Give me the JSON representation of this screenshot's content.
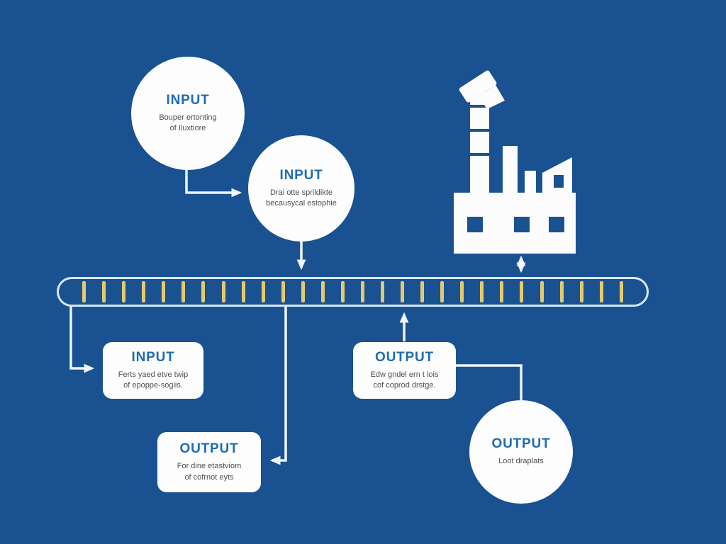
{
  "colors": {
    "background": "#1a5291",
    "node_fill": "#fdfdfd",
    "title": "#1e6cad",
    "subtitle": "#4f4f4f",
    "belt_outline": "#d9e7f6",
    "tick": "#e4ca6c",
    "connector": "#eef5fc",
    "factory": "#fcfcfc"
  },
  "nodes": {
    "circle_input_1": {
      "title": "INPUT",
      "subtitle": "Bouper ertonting\nof Iluxtiore"
    },
    "circle_input_2": {
      "title": "INPUT",
      "subtitle": "Drai otte sprildikte\nbecausycal estophie"
    },
    "box_input": {
      "title": "INPUT",
      "subtitle": "Ferts yaed etve twip\nof epoppe-sogiis."
    },
    "box_output_mid": {
      "title": "OUTPUT",
      "subtitle": "Edw gndel ern t lois\ncof coprod drstge."
    },
    "box_output_bot": {
      "title": "OUTPUT",
      "subtitle": "For dine etastviom\nof cofrnot eyts"
    },
    "circle_output": {
      "title": "OUTPUT",
      "subtitle": "Loot draplats"
    }
  },
  "belt": {
    "tick_count": 28
  },
  "icons": {
    "factory": "factory-icon"
  }
}
